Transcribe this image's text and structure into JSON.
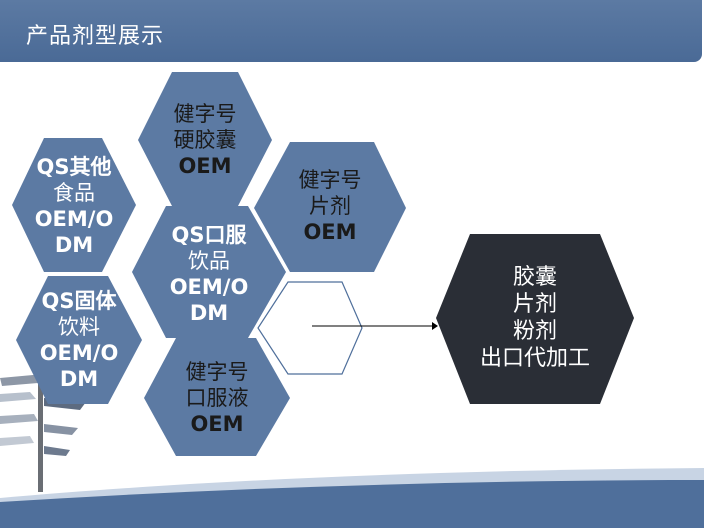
{
  "slide": {
    "title": "产品剂型展示"
  },
  "hexagons": [
    {
      "id": "hard-capsule",
      "lines": [
        "健字号",
        "硬胶囊"
      ],
      "tag": "OEM"
    },
    {
      "id": "qs-other-food",
      "lines": [
        "QS其他",
        "食品"
      ],
      "tag_lines": [
        "OEM/O",
        "DM"
      ]
    },
    {
      "id": "tablet",
      "lines": [
        "健字号",
        "片剂"
      ],
      "tag": "OEM"
    },
    {
      "id": "qs-oral-drink",
      "lines": [
        "QS口服",
        "饮品"
      ],
      "tag_lines": [
        "OEM/O",
        "DM"
      ]
    },
    {
      "id": "qs-solid-drink",
      "lines": [
        "QS固体",
        "饮料"
      ],
      "tag_lines": [
        "OEM/O",
        "DM"
      ]
    },
    {
      "id": "oral-liquid",
      "lines": [
        "健字号",
        "口服液"
      ],
      "tag": "OEM"
    }
  ],
  "export_hex": {
    "lines": [
      "胶囊",
      "片剂",
      "粉剂",
      "出口代加工"
    ]
  },
  "colors": {
    "title_bar": "#4f6f9b",
    "hex_fill": "#5c7aa3",
    "hex_fill_dark": "#2a2e36",
    "outline_hex": "#4f6f9b",
    "arrow": "#000000"
  }
}
